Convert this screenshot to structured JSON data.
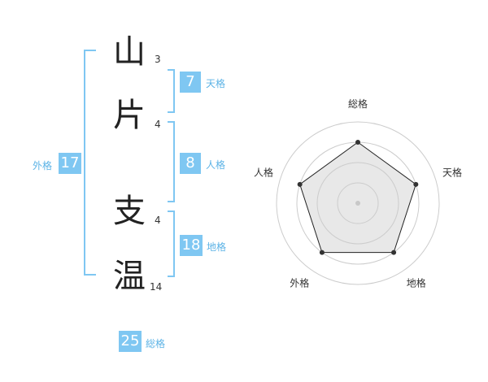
{
  "name": {
    "chars": [
      {
        "char": "山",
        "strokes": "3"
      },
      {
        "char": "片",
        "strokes": "4"
      },
      {
        "char": "支",
        "strokes": "4"
      },
      {
        "char": "温",
        "strokes": "14"
      }
    ]
  },
  "grades": {
    "tenkaku": {
      "value": "7",
      "label": "天格"
    },
    "jinkaku": {
      "value": "8",
      "label": "人格"
    },
    "chikaku": {
      "value": "18",
      "label": "地格"
    },
    "gaikaku": {
      "value": "17",
      "label": "外格"
    },
    "soukaku": {
      "value": "25",
      "label": "総格"
    }
  },
  "chart_data": {
    "type": "radar",
    "axes": [
      "総格",
      "天格",
      "地格",
      "外格",
      "人格"
    ],
    "values": [
      3,
      3,
      3,
      3,
      3
    ],
    "max": 4,
    "grid_rings": 4,
    "colors": {
      "fill": "#e8e8e8",
      "line": "#222222",
      "grid": "#cccccc",
      "accent": "#7fc7f2"
    }
  }
}
